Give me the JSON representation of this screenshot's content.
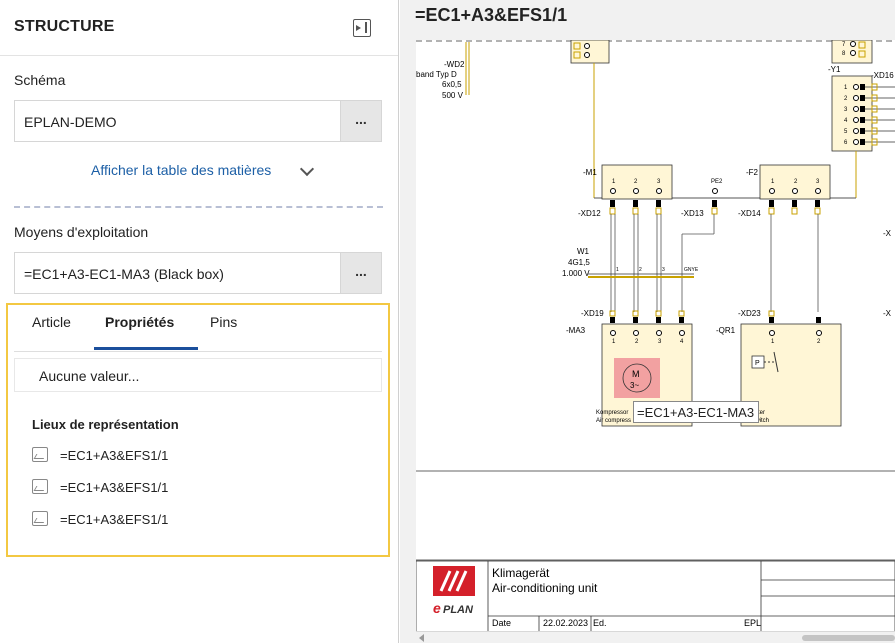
{
  "structure": {
    "title": "STRUCTURE",
    "schema_label": "Schéma",
    "schema_value": "EPLAN-DEMO",
    "schema_button": "...",
    "toc_link": "Afficher la table des matières",
    "equipment_label": "Moyens d'exploitation",
    "equipment_value": "=EC1+A3-EC1-MA3 (Black box)",
    "equipment_button": "..."
  },
  "tabs": [
    {
      "label": "Article"
    },
    {
      "label": "Propriétés"
    },
    {
      "label": "Pins"
    }
  ],
  "properties": {
    "no_value": "Aucune valeur...",
    "locations_title": "Lieux de représentation",
    "locations": [
      "=EC1+A3&EFS1/1",
      "=EC1+A3&EFS1/1",
      "=EC1+A3&EFS1/1"
    ]
  },
  "schematic": {
    "page_title": "=EC1+A3&EFS1/1",
    "tooltip": "=EC1+A3-EC1-MA3",
    "labels": {
      "wd2": "-WD2",
      "band": "band Typ D",
      "wd2_size": "6x0,5",
      "wd2_volt": "500 V",
      "y1": "-Y1",
      "xd16": "-XD16",
      "m1": "-M1",
      "f2": "-F2",
      "pe2": "PE2",
      "xd12": "-XD12",
      "xd13": "-XD13",
      "xd14": "-XD14",
      "w1": "W1",
      "w1_size": "4G1,5",
      "w1_volt": "1.000 V",
      "xd19": "-XD19",
      "xd23": "-XD23",
      "ma3": "-MA3",
      "qr1": "-QR1",
      "motor_m": "M",
      "motor_3": "3~",
      "kompressor": "Kompressor",
      "air_comp": "Air compress",
      "druck": "ckschalter",
      "pressure": "ssure switch",
      "x_right": "-X",
      "x_right2": "-X",
      "p_box": "P",
      "xd16_rows": [
        "1",
        "2",
        "3",
        "4",
        "5",
        "6"
      ],
      "y1_rows": [
        "7",
        "8"
      ],
      "pins_m1": [
        "1",
        "2",
        "3"
      ],
      "pins_f2": [
        "1",
        "2",
        "3"
      ],
      "pins_ma3": [
        "1",
        "2",
        "3",
        "4"
      ],
      "pins_qr1": [
        "1",
        "2"
      ],
      "w1_cond": [
        "1",
        "2",
        "3",
        "GNYE"
      ]
    },
    "titleblock": {
      "title_de": "Klimagerät",
      "title_en": "Air-conditioning unit",
      "date_label": "Date",
      "date_value": "22.02.2023",
      "ed_label": "Ed.",
      "epl": "EPL",
      "logo_text": "PLAN",
      "logo_e": "e"
    }
  },
  "colors": {
    "tab_active": "#1b4f9c",
    "focus_border": "#f3c842",
    "link": "#1c5fa6",
    "component_fill": "#fff6d6",
    "motor_fill": "#f2a1a1",
    "eplan_red": "#d4202a"
  }
}
